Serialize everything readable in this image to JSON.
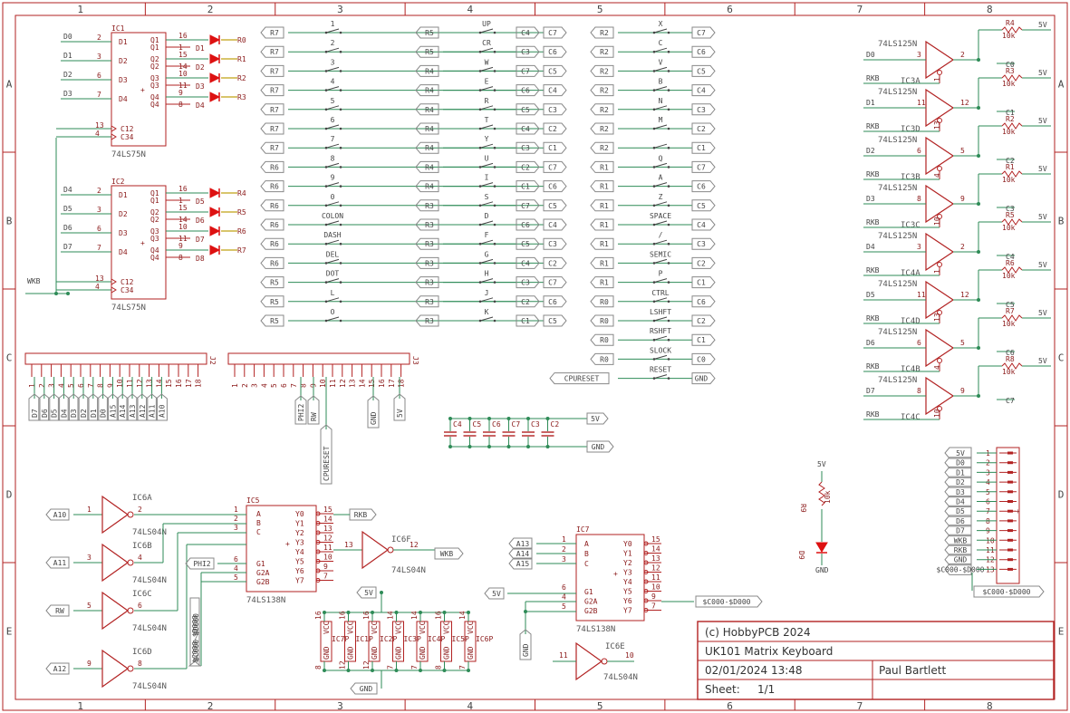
{
  "frame": {
    "cols": [
      "1",
      "2",
      "3",
      "4",
      "5",
      "6",
      "7",
      "8"
    ],
    "rows": [
      "A",
      "B",
      "C",
      "D",
      "E"
    ]
  },
  "latches": [
    {
      "name": "IC1",
      "part": "74LS75N",
      "inputs": [
        "D0",
        "D1",
        "D2",
        "D3"
      ],
      "in_pins": [
        "2",
        "3",
        "6",
        "7"
      ],
      "q_pins": [
        "16",
        "15",
        "10",
        "9"
      ],
      "qn_pins": [
        "1",
        "14",
        "11",
        "8"
      ],
      "leds": [
        "D1",
        "D2",
        "D3",
        "D4"
      ],
      "outputs": [
        "R0",
        "R1",
        "R2",
        "R3"
      ],
      "clk_pins": [
        "13",
        "4"
      ],
      "clk": [
        "C12",
        "C34"
      ]
    },
    {
      "name": "IC2",
      "part": "74LS75N",
      "inputs": [
        "D4",
        "D5",
        "D6",
        "D7"
      ],
      "in_pins": [
        "2",
        "3",
        "6",
        "7"
      ],
      "q_pins": [
        "16",
        "15",
        "10",
        "9"
      ],
      "qn_pins": [
        "1",
        "14",
        "11",
        "8"
      ],
      "leds": [
        "D5",
        "D6",
        "D7",
        "D8"
      ],
      "outputs": [
        "R4",
        "R5",
        "R6",
        "R7"
      ],
      "clk_pins": [
        "13",
        "4"
      ],
      "clk": [
        "C12",
        "C34"
      ]
    }
  ],
  "latch_pins": {
    "d": [
      "D1",
      "D2",
      "D3",
      "D4"
    ],
    "q": [
      "Q1",
      "Q2",
      "Q3",
      "Q4"
    ],
    "qn": [
      "Q1",
      "Q2",
      "Q3",
      "Q4"
    ]
  },
  "wkb_label": "WKB",
  "key_columns": [
    [
      {
        "r": "R7",
        "key": "1",
        "c": "C7"
      },
      {
        "r": "R7",
        "key": "2",
        "c": "C6"
      },
      {
        "r": "R7",
        "key": "3",
        "c": "C5"
      },
      {
        "r": "R7",
        "key": "4",
        "c": "C4"
      },
      {
        "r": "R7",
        "key": "5",
        "c": "C3"
      },
      {
        "r": "R7",
        "key": "6",
        "c": "C2"
      },
      {
        "r": "R7",
        "key": "7",
        "c": "C1"
      },
      {
        "r": "R6",
        "key": "8",
        "c": "C7"
      },
      {
        "r": "R6",
        "key": "9",
        "c": "C6"
      },
      {
        "r": "R6",
        "key": "0",
        "c": "C5"
      },
      {
        "r": "R6",
        "key": "COLON",
        "c": "C4"
      },
      {
        "r": "R6",
        "key": "DASH",
        "c": "C3"
      },
      {
        "r": "R6",
        "key": "DEL",
        "c": "C2"
      },
      {
        "r": "R5",
        "key": "DOT",
        "c": "C7"
      },
      {
        "r": "R5",
        "key": "L",
        "c": "C6"
      },
      {
        "r": "R5",
        "key": "O",
        "c": "C5"
      }
    ],
    [
      {
        "r": "R5",
        "key": "UP",
        "c": "C4"
      },
      {
        "r": "R5",
        "key": "CR",
        "c": "C3"
      },
      {
        "r": "R4",
        "key": "W",
        "c": "C7"
      },
      {
        "r": "R4",
        "key": "E",
        "c": "C6"
      },
      {
        "r": "R4",
        "key": "R",
        "c": "C5"
      },
      {
        "r": "R4",
        "key": "T",
        "c": "C4"
      },
      {
        "r": "R4",
        "key": "Y",
        "c": "C3"
      },
      {
        "r": "R4",
        "key": "U",
        "c": "C2"
      },
      {
        "r": "R4",
        "key": "I",
        "c": "C1"
      },
      {
        "r": "R3",
        "key": "S",
        "c": "C7"
      },
      {
        "r": "R3",
        "key": "D",
        "c": "C6"
      },
      {
        "r": "R3",
        "key": "F",
        "c": "C5"
      },
      {
        "r": "R3",
        "key": "G",
        "c": "C4"
      },
      {
        "r": "R3",
        "key": "H",
        "c": "C3"
      },
      {
        "r": "R3",
        "key": "J",
        "c": "C2"
      },
      {
        "r": "R3",
        "key": "K",
        "c": "C1"
      }
    ],
    [
      {
        "r": "R2",
        "key": "X",
        "c": "C7"
      },
      {
        "r": "R2",
        "key": "C",
        "c": "C6"
      },
      {
        "r": "R2",
        "key": "V",
        "c": "C5"
      },
      {
        "r": "R2",
        "key": "B",
        "c": "C4"
      },
      {
        "r": "R2",
        "key": "N",
        "c": "C3"
      },
      {
        "r": "R2",
        "key": "M",
        "c": "C2"
      },
      {
        "r": "R2",
        "key": "",
        "c": "C1"
      },
      {
        "r": "R1",
        "key": "Q",
        "c": "C7"
      },
      {
        "r": "R1",
        "key": "A",
        "c": "C6"
      },
      {
        "r": "R1",
        "key": "Z",
        "c": "C5"
      },
      {
        "r": "R1",
        "key": "SPACE",
        "c": "C4"
      },
      {
        "r": "R1",
        "key": "/",
        "c": "C3"
      },
      {
        "r": "R1",
        "key": "SEMIC",
        "c": "C2"
      },
      {
        "r": "R1",
        "key": "P",
        "c": "C1"
      },
      {
        "r": "R0",
        "key": "CTRL",
        "c": "C6"
      },
      {
        "r": "R0",
        "key": "LSHFT",
        "c": "C2"
      },
      {
        "r": "R0",
        "key": "RSHFT",
        "c": "C1"
      },
      {
        "r": "R0",
        "key": "SLOCK",
        "c": "C0"
      },
      {
        "r": "CPURESET",
        "key": "RESET",
        "c": "GND"
      }
    ]
  ],
  "buffers": [
    {
      "ic": "IC3A",
      "in": "D0",
      "pins": [
        "3",
        "2",
        "1"
      ],
      "r": "R4",
      "val": "10k",
      "c": "C0"
    },
    {
      "ic": "IC3D",
      "in": "D1",
      "pins": [
        "11",
        "12",
        "13"
      ],
      "r": "R3",
      "val": "10k",
      "c": "C1"
    },
    {
      "ic": "IC3B",
      "in": "D2",
      "pins": [
        "6",
        "5",
        "4"
      ],
      "r": "R2",
      "val": "10k",
      "c": "C2"
    },
    {
      "ic": "IC3C",
      "in": "D3",
      "pins": [
        "8",
        "9",
        "10"
      ],
      "r": "R1",
      "val": "10k",
      "c": "C3"
    },
    {
      "ic": "IC4A",
      "in": "D4",
      "pins": [
        "3",
        "2",
        "1"
      ],
      "r": "R5",
      "val": "10k",
      "c": "C4"
    },
    {
      "ic": "IC4D",
      "in": "D5",
      "pins": [
        "11",
        "12",
        "13"
      ],
      "r": "R6",
      "val": "10k",
      "c": "C5"
    },
    {
      "ic": "IC4B",
      "in": "D6",
      "pins": [
        "6",
        "5",
        "4"
      ],
      "r": "R7",
      "val": "10k",
      "c": "C6"
    },
    {
      "ic": "IC4C",
      "in": "D7",
      "pins": [
        "8",
        "9",
        "10"
      ],
      "r": "R8",
      "val": "10k",
      "c": "C7"
    }
  ],
  "buffer_part": "74LS125N",
  "rkb": "RKB",
  "v5": "5V",
  "gnd": "GND",
  "j2": {
    "name": "J2",
    "pins": [
      "1",
      "2",
      "3",
      "4",
      "5",
      "6",
      "7",
      "8",
      "9",
      "10",
      "11",
      "12",
      "13",
      "14",
      "15",
      "16",
      "17",
      "18"
    ],
    "nets": [
      "D7",
      "D6",
      "D5",
      "D4",
      "D3",
      "D2",
      "D1",
      "D0",
      "A15",
      "A14",
      "A13",
      "A12",
      "A11",
      "A10"
    ]
  },
  "j3": {
    "name": "J3",
    "pins": [
      "1",
      "2",
      "3",
      "4",
      "5",
      "6",
      "7",
      "8",
      "9",
      "10",
      "11",
      "12",
      "13",
      "14",
      "15",
      "16",
      "17",
      "18"
    ],
    "nets": [
      "PHI2",
      "RW",
      "CPURESET",
      "GND",
      "5V"
    ]
  },
  "caps": [
    "C4",
    "C5",
    "C6",
    "C7",
    "C3",
    "C2"
  ],
  "inverters": [
    {
      "ic": "IC6A",
      "in": "A10",
      "pins": [
        "1",
        "2"
      ]
    },
    {
      "ic": "IC6B",
      "in": "A11",
      "pins": [
        "3",
        "4"
      ]
    },
    {
      "ic": "IC6C",
      "in": "RW",
      "pins": [
        "5",
        "6"
      ]
    },
    {
      "ic": "IC6D",
      "in": "A12",
      "pins": [
        "9",
        "8"
      ]
    }
  ],
  "inv_part": "74LS04N",
  "ic5": {
    "name": "IC5",
    "part": "74LS138N",
    "left": [
      "A",
      "B",
      "C",
      "G1",
      "G2A",
      "G2B"
    ],
    "left_pins": [
      "1",
      "2",
      "3",
      "6",
      "4",
      "5"
    ],
    "right": [
      "Y0",
      "Y1",
      "Y2",
      "Y3",
      "Y4",
      "Y5",
      "Y6",
      "Y7"
    ],
    "right_pins": [
      "15",
      "14",
      "13",
      "12",
      "11",
      "10",
      "9",
      "7"
    ],
    "phi2": "PHI2",
    "rkb": "RKB",
    "c000": "$C000-$D000"
  },
  "ic6f": {
    "ic": "IC6F",
    "pins": [
      "13",
      "12"
    ],
    "out": "WKB"
  },
  "ic6e": {
    "ic": "IC6E",
    "pins": [
      "11",
      "10"
    ],
    "part": "74LS04N"
  },
  "ic7": {
    "name": "IC7",
    "part": "74LS138N",
    "inputs": [
      "A13",
      "A14",
      "A15"
    ],
    "in_pins": [
      "1",
      "2",
      "3"
    ],
    "left": [
      "A",
      "B",
      "C",
      "G1",
      "G2A",
      "G2B"
    ],
    "g_pins": [
      "6",
      "4",
      "5"
    ],
    "right": [
      "Y0",
      "Y1",
      "Y2",
      "Y3",
      "Y4",
      "Y5",
      "Y6",
      "Y7"
    ],
    "right_pins": [
      "15",
      "14",
      "13",
      "12",
      "11",
      "10",
      "9",
      "7"
    ],
    "out": "$C000-$D000"
  },
  "power_ics": [
    "IC7P",
    "IC1P",
    "IC2P",
    "IC3P",
    "IC4P",
    "IC5P",
    "IC6P"
  ],
  "power_pins": {
    "vcc": [
      "16",
      "16",
      "16",
      "14",
      "14",
      "16",
      "14"
    ],
    "gnd": [
      "8",
      "12",
      "12",
      "7",
      "7",
      "8",
      "7"
    ]
  },
  "vcc_label": "VCC",
  "gnd_pin_label": "GND",
  "led_group": {
    "r": "R9",
    "val": "10k",
    "d": "D9"
  },
  "j4": {
    "nets": [
      "5V",
      "D0",
      "D1",
      "D2",
      "D3",
      "D4",
      "D5",
      "D6",
      "D7",
      "WKB",
      "RKB",
      "GND",
      "$C000-$D000"
    ],
    "pins": [
      "1",
      "2",
      "3",
      "4",
      "5",
      "6",
      "7",
      "8",
      "9",
      "10",
      "11",
      "12",
      "13"
    ]
  },
  "title_block": {
    "company": "(c) HobbyPCB 2024",
    "title": "UK101 Matrix Keyboard",
    "date": "02/01/2024 13:48",
    "author": "Paul Bartlett",
    "sheet_label": "Sheet:",
    "sheet": "1/1"
  },
  "colors": {
    "frame": "#b22222",
    "wire": "#2e8b57",
    "label": "#666666",
    "led": "#dd1111"
  }
}
